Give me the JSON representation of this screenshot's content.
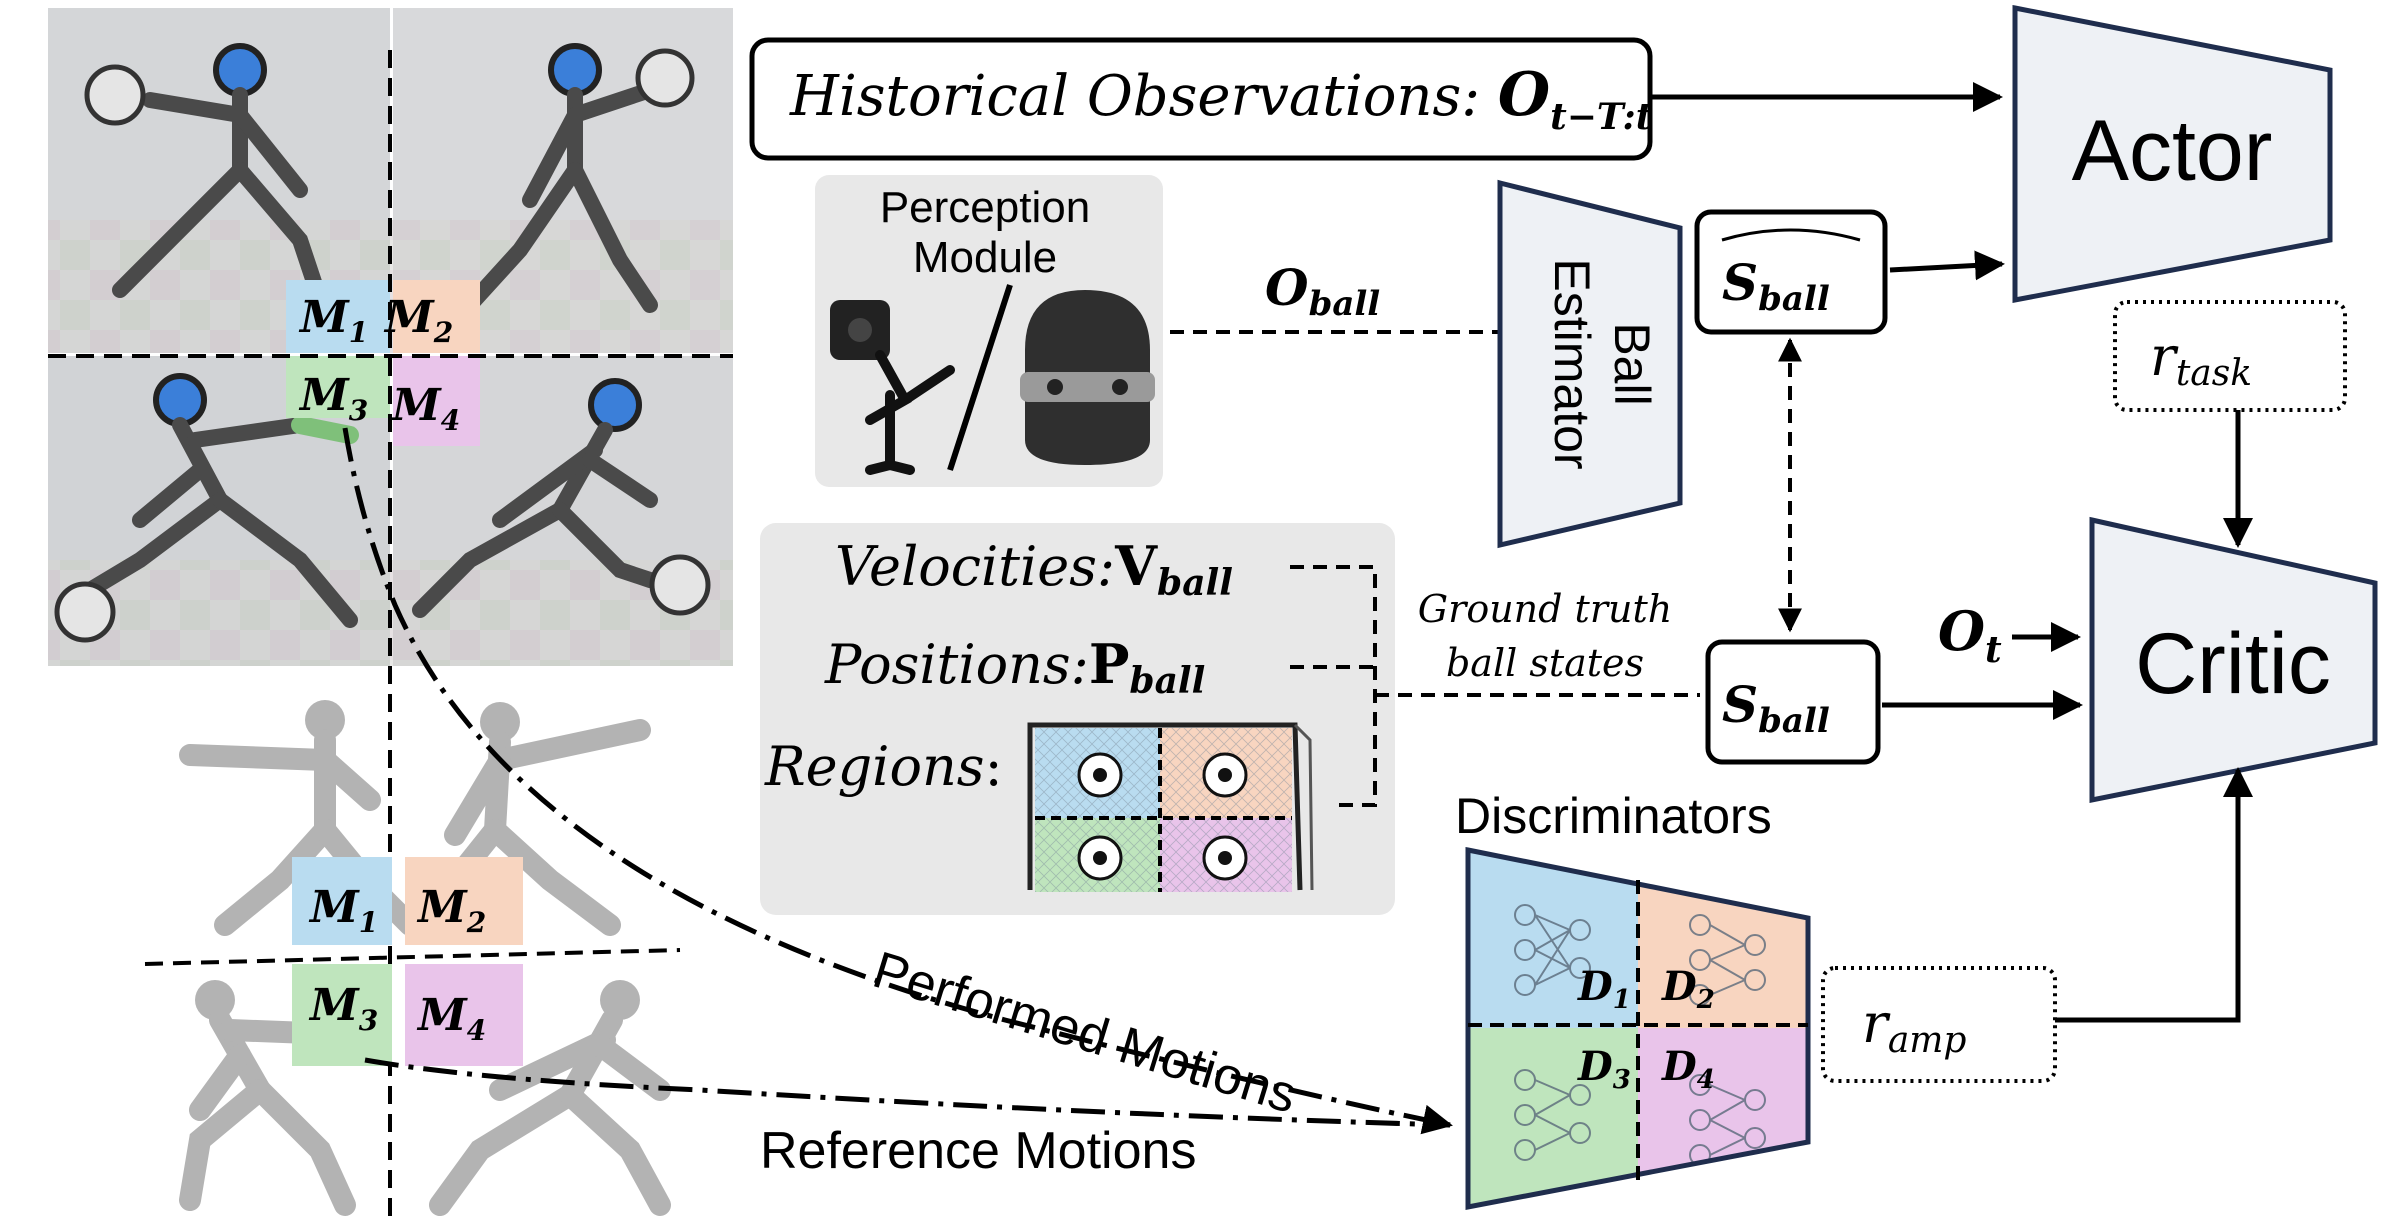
{
  "colors": {
    "region_blue": "#b9dcf0",
    "region_orange": "#f8d5c0",
    "region_green": "#bfe5bd",
    "region_purple": "#e9c4ea",
    "network_fill": "#eef1f5",
    "network_stroke": "#1f2d4d",
    "panel_gray": "#e8e8e8",
    "photo_bg": "#cfd1d4"
  },
  "robot_grid": {
    "labels": [
      {
        "main": "M",
        "sub": "1"
      },
      {
        "main": "M",
        "sub": "2"
      },
      {
        "main": "M",
        "sub": "3"
      },
      {
        "main": "M",
        "sub": "4"
      }
    ]
  },
  "human_grid": {
    "labels": [
      {
        "main": "M",
        "sub": "1"
      },
      {
        "main": "M",
        "sub": "2"
      },
      {
        "main": "M",
        "sub": "3"
      },
      {
        "main": "M",
        "sub": "4"
      }
    ]
  },
  "historical": {
    "text": "Historical Observations: ",
    "math_main": "O",
    "math_sub": "t−T:t"
  },
  "perception": {
    "title_line1": "Perception",
    "title_line2": "Module"
  },
  "o_ball": {
    "main": "O",
    "sub": "ball"
  },
  "ball_estimator": {
    "line1": "Ball",
    "line2": "Estimator"
  },
  "s_hat": {
    "main": "S",
    "sub": "ball"
  },
  "s_ball": {
    "main": "S",
    "sub": "ball"
  },
  "actor": {
    "label": "Actor"
  },
  "critic": {
    "label": "Critic"
  },
  "r_task": {
    "main": "r",
    "sub": "task"
  },
  "r_amp": {
    "main": "r",
    "sub": "amp"
  },
  "o_t": {
    "main": "O",
    "sub": "t"
  },
  "ball_panel": {
    "velocities_text": "Velocities:",
    "velocities_math": "V",
    "velocities_sub": "ball",
    "positions_text": "Positions:",
    "positions_math": "P",
    "positions_sub": "ball",
    "regions_text": "Regions",
    "regions_colon": ":"
  },
  "ground_truth": {
    "line1": "Ground truth",
    "line2": "ball states"
  },
  "discriminators": {
    "title": "Discriminators",
    "labels": [
      {
        "main": "D",
        "sub": "1"
      },
      {
        "main": "D",
        "sub": "2"
      },
      {
        "main": "D",
        "sub": "3"
      },
      {
        "main": "D",
        "sub": "4"
      }
    ]
  },
  "performed_motions": {
    "label": "Performed Motions"
  },
  "reference_motions": {
    "label": "Reference Motions"
  }
}
